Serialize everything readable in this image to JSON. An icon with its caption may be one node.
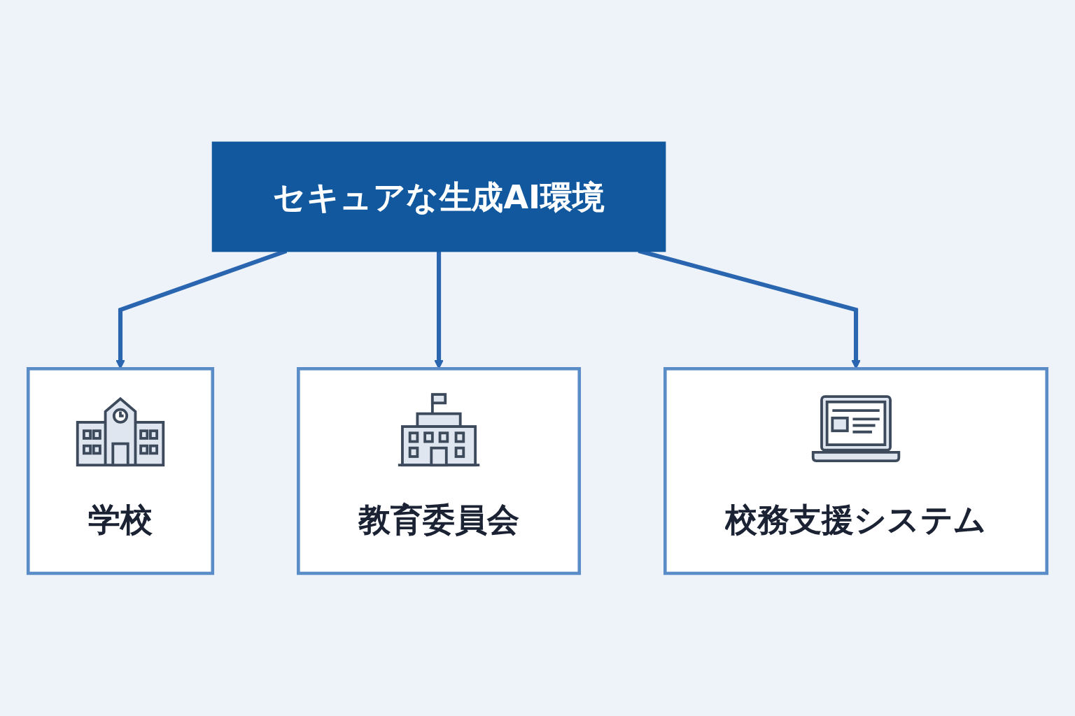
{
  "diagram": {
    "nodes": [
      {
        "text": [
          "学校"
        ]
      },
      {
        "text": [
          "教育委員会"
        ]
      },
      {
        "text": [
          "セキュアな生成AI環境"
        ]
      },
      {
        "text": [
          "校務支援システム"
        ]
      }
    ],
    "edges": [
      {
        "from": 2,
        "to": 0,
        "arrow": "to"
      },
      {
        "from": 2,
        "to": 1,
        "arrow": "to"
      },
      {
        "from": 2,
        "to": 3,
        "arrow": "to"
      }
    ]
  }
}
